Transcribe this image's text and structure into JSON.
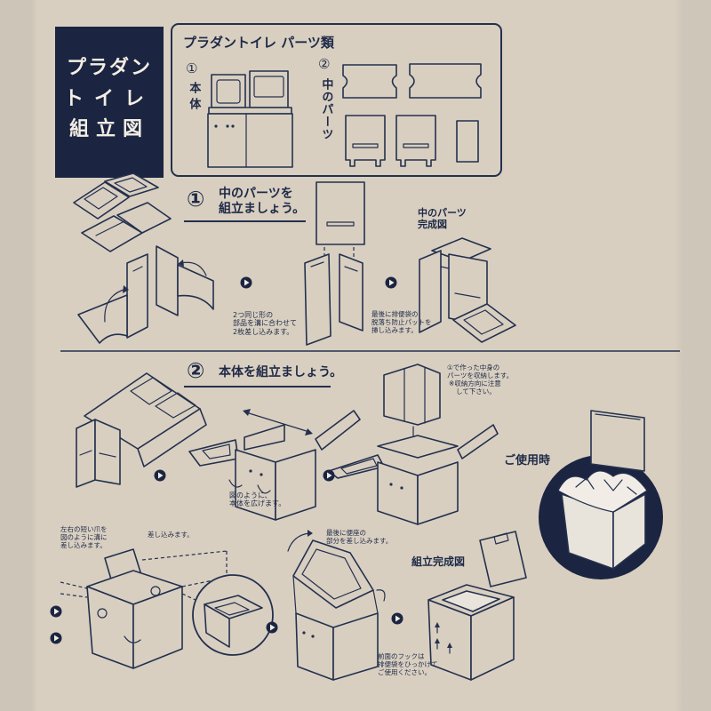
{
  "title_block": {
    "lines": [
      "プラダン",
      "トイレ",
      "組立図"
    ]
  },
  "parts_panel": {
    "heading": "プラダントイレ パーツ類",
    "item1": {
      "number": "①",
      "label": "本体"
    },
    "item2": {
      "number": "②",
      "label": "中のパーツ"
    }
  },
  "step1": {
    "number": "①",
    "title_lines": [
      "中のパーツを",
      "組立ましょう。"
    ],
    "note_insert": [
      "2つ同じ形の",
      "部品を溝に合わせて",
      "2枚差し込みます。"
    ],
    "note_pad": [
      "最後に排便袋の",
      "脱落ち防止パットを",
      "挿し込みます。"
    ],
    "complete_label": [
      "中のパーツ",
      "完成図"
    ]
  },
  "step2": {
    "number": "②",
    "title": "本体を組立ましょう。",
    "note_spread": [
      "図のように、",
      "本体を広げます。"
    ],
    "note_store": [
      "①で作った中身の",
      "パーツを収納します。",
      "※収納方向に注意",
      "して下さい。"
    ],
    "in_use_label": "ご使用時",
    "note_tabs": [
      "左右の短い爪を",
      "図のように溝に",
      "差し込みます。"
    ],
    "note_insert_flap": "差し込みます。",
    "note_seat": [
      "最後に便座の",
      "部分を差し込みます。"
    ],
    "complete_label": "組立完成図",
    "note_hook": [
      "前面のフックは",
      "排便袋をひっかけて",
      "ご使用ください。"
    ]
  },
  "icons": {
    "step_arrow": "next-arrow-icon"
  },
  "colors": {
    "background": "#d8cfc1",
    "ink": "#24304d",
    "title_block": "#1b2541"
  }
}
